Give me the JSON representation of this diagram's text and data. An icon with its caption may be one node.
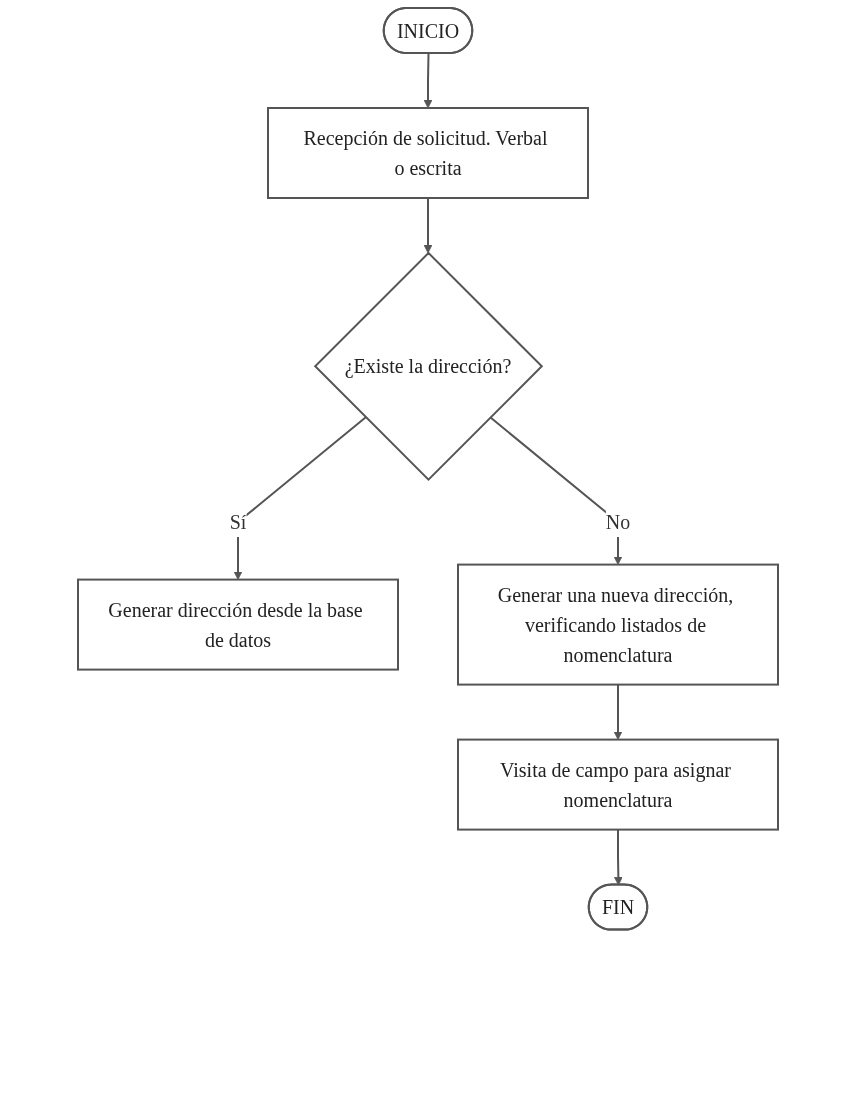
{
  "diagram": {
    "nodes": [
      {
        "text": [
          "INICIO"
        ]
      },
      {
        "text": [
          "Recepción de solicitud. Verbal o escrita"
        ]
      },
      {
        "text": [
          "¿Existe la dirección?"
        ]
      },
      {
        "text": [
          "Generar dirección desde la base de datos"
        ]
      },
      {
        "text": [
          "Generar una nueva dirección, verificando listados de nomenclatura"
        ]
      },
      {
        "text": [
          "Visita de campo para asignar nomenclatura"
        ]
      },
      {
        "text": [
          "FIN"
        ]
      }
    ],
    "edges": [
      {
        "from": 0,
        "to": 1,
        "arrow": "to"
      },
      {
        "from": 1,
        "to": 2,
        "arrow": "to"
      },
      {
        "from": 2,
        "to": 3,
        "arrow": "to",
        "label": "Sí"
      },
      {
        "from": 2,
        "to": 4,
        "arrow": "to",
        "label": "No"
      },
      {
        "from": 4,
        "to": 5,
        "arrow": "to"
      },
      {
        "from": 5,
        "to": 6,
        "arrow": "to"
      }
    ]
  }
}
